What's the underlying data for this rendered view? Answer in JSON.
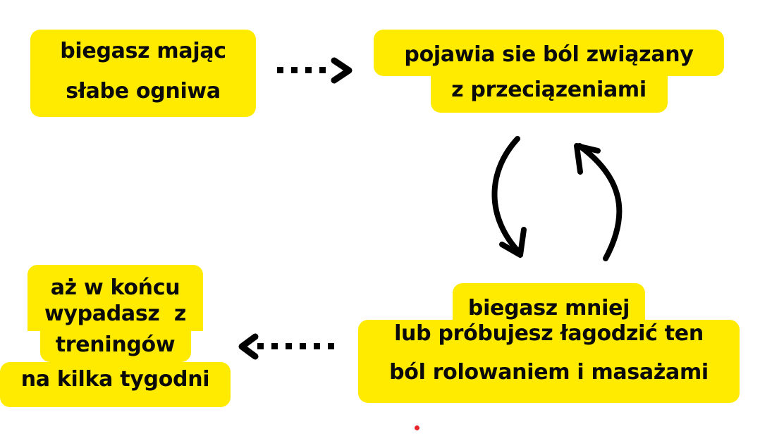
{
  "colors": {
    "highlight": "#FFEB00",
    "text": "#0a0a0a",
    "arrow": "#000000",
    "dot": "#E8262C"
  },
  "nodes": {
    "weak_links": {
      "lines": [
        "biegasz mając",
        "słabe ogniwa"
      ]
    },
    "overload_pain": {
      "lines": [
        "pojawia sie ból związany",
        "z przeciązeniami"
      ]
    },
    "run_less": {
      "lines": [
        "biegasz mniej",
        "lub próbujesz łagodzić ten",
        "ból rolowaniem i masażami"
      ]
    },
    "drop_out": {
      "lines": [
        "aż w końcu",
        "wypadasz  z",
        "treningów",
        "na kilka tygodni"
      ]
    }
  },
  "arrows": [
    {
      "id": "weak-to-pain",
      "style": "dotted",
      "direction": "right"
    },
    {
      "id": "pain-to-runless",
      "style": "curved",
      "direction": "down"
    },
    {
      "id": "runless-to-pain",
      "style": "curved",
      "direction": "up"
    },
    {
      "id": "runless-to-dropout",
      "style": "dotted",
      "direction": "left"
    }
  ]
}
